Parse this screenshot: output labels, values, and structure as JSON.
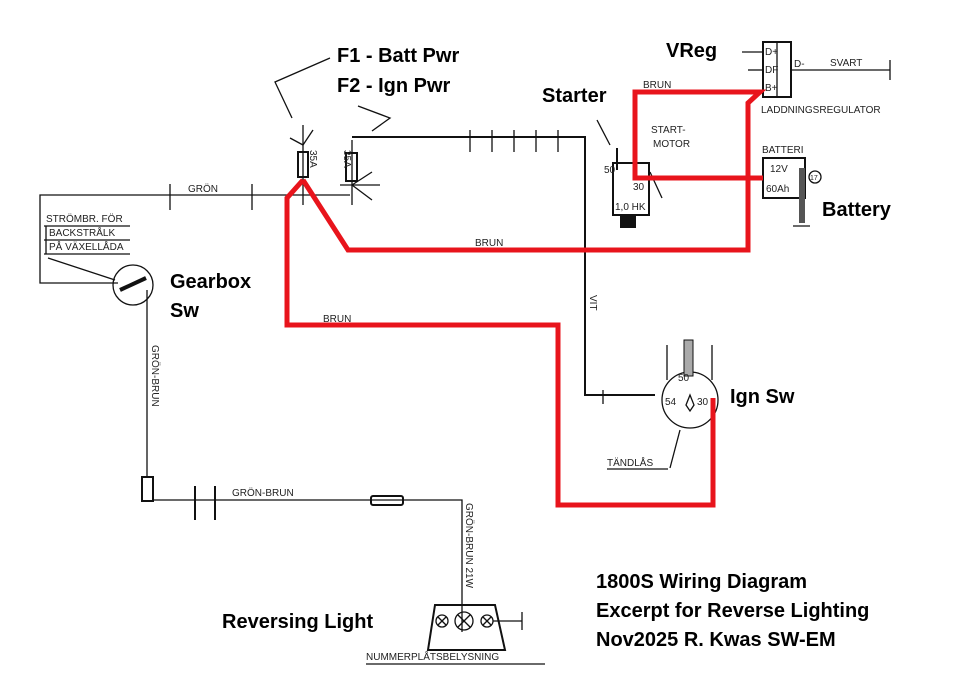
{
  "annotations": {
    "fuse_f1": "F1 - Batt Pwr",
    "fuse_f2": "F2 - Ign Pwr",
    "vreg": "VReg",
    "starter": "Starter",
    "battery": "Battery",
    "gearbox_line1": "Gearbox",
    "gearbox_line2": "Sw",
    "ign_sw": "Ign Sw",
    "reversing_light": "Reversing Light",
    "footer_line1": "1800S Wiring Diagram",
    "footer_line2": "Excerpt for Reverse Lighting",
    "footer_line3": "Nov2025 R. Kwas  SW-EM"
  },
  "schematic_labels": {
    "fuse1_rating": "35A",
    "fuse2_rating": "35A",
    "wire_gron": "GRÖN",
    "wire_brun_top": "BRUN",
    "wire_brun_mid": "BRUN",
    "wire_brun_low": "BRUN",
    "wire_vit": "VIT",
    "wire_gron_brun_vert": "GRÖN-BRUN",
    "wire_gron_brun_horiz": "GRÖN-BRUN",
    "wire_gron_brun_lamp": "GRÖN-BRUN 21W",
    "wire_svart": "SVART",
    "switch_label_1": "STRÖMBR. FÖR",
    "switch_label_2": "BACKSTRÅLK",
    "switch_label_3": "PÅ VÄXELLÅDA",
    "startmotor_1": "START-",
    "startmotor_2": "MOTOR",
    "starter_50": "50",
    "starter_30": "30",
    "starter_hk": "1,0 HK",
    "regulator": "LADDNINGSREGULATOR",
    "reg_d": "D+",
    "reg_df": "DF",
    "reg_b": "B+",
    "reg_dminus": "D-",
    "batteri": "BATTERI",
    "batt_v": "12V",
    "batt_ah": "60Ah",
    "batt_ref": "17",
    "ign_50": "50",
    "ign_54": "54",
    "ign_30": "30",
    "tandlas": "TÄNDLÅS",
    "plate_light": "NUMMERPLÅTSBELYSNING"
  },
  "colors": {
    "highlight_wire": "#e8141c",
    "ink": "#111111"
  }
}
